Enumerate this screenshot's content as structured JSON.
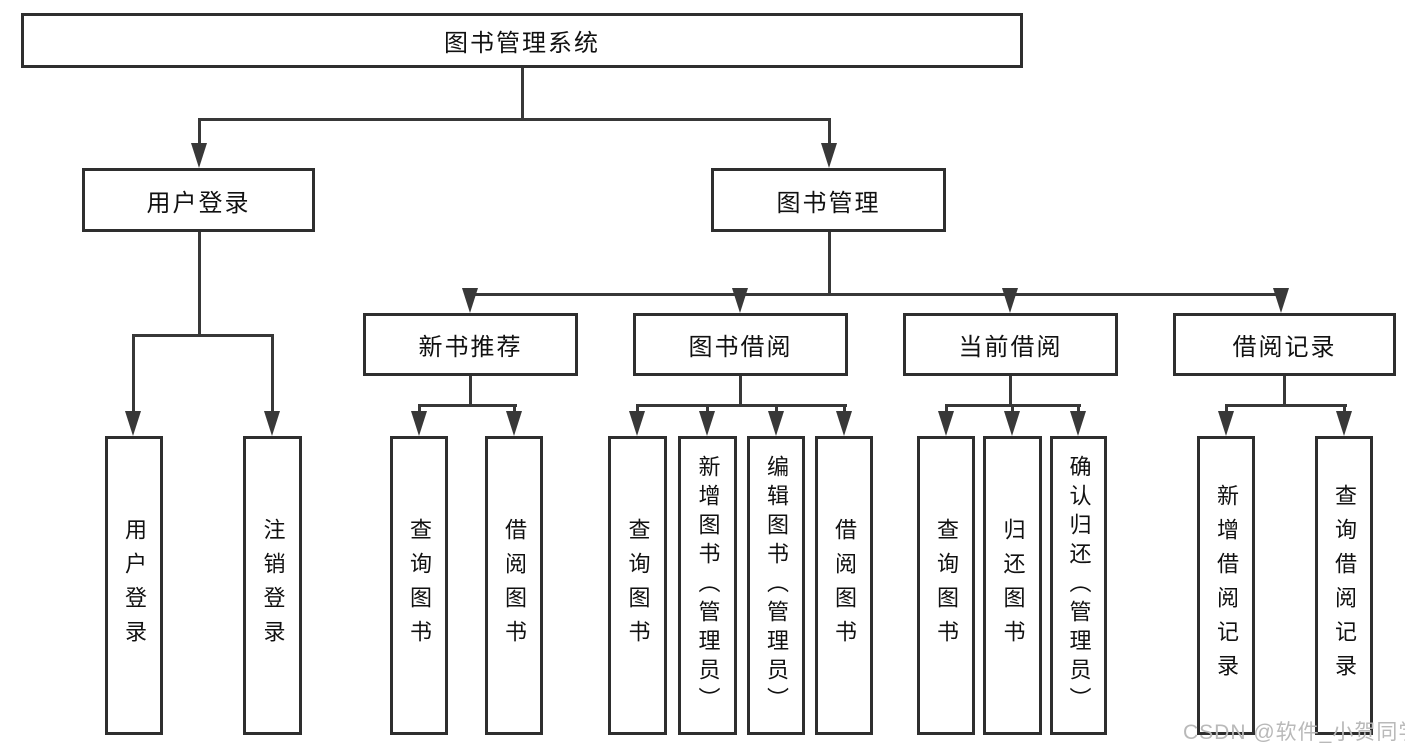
{
  "diagram": {
    "root": {
      "label": "图书管理系统"
    },
    "level2": [
      {
        "label": "用户登录"
      },
      {
        "label": "图书管理"
      }
    ],
    "level3": [
      {
        "label": "新书推荐",
        "parent": "图书管理"
      },
      {
        "label": "图书借阅",
        "parent": "图书管理"
      },
      {
        "label": "当前借阅",
        "parent": "图书管理"
      },
      {
        "label": "借阅记录",
        "parent": "图书管理"
      }
    ],
    "leaves": [
      {
        "label": "用户登录",
        "parent": "用户登录"
      },
      {
        "label": "注销登录",
        "parent": "用户登录"
      },
      {
        "label": "查询图书",
        "parent": "新书推荐"
      },
      {
        "label": "借阅图书",
        "parent": "新书推荐"
      },
      {
        "label": "查询图书",
        "parent": "图书借阅"
      },
      {
        "label": "新增图书（管理员）",
        "parent": "图书借阅"
      },
      {
        "label": "编辑图书（管理员）",
        "parent": "图书借阅"
      },
      {
        "label": "借阅图书",
        "parent": "图书借阅"
      },
      {
        "label": "查询图书",
        "parent": "当前借阅"
      },
      {
        "label": "归还图书",
        "parent": "当前借阅"
      },
      {
        "label": "确认归还（管理员）",
        "parent": "当前借阅"
      },
      {
        "label": "新增借阅记录",
        "parent": "借阅记录"
      },
      {
        "label": "查询借阅记录",
        "parent": "借阅记录"
      }
    ],
    "watermark": "CSDN @软件_小贺同学",
    "colors": {
      "line": "#383838",
      "box_border": "#2e2e2e",
      "text": "#111111",
      "watermark": "#b9b9b9",
      "background": "#ffffff"
    }
  }
}
